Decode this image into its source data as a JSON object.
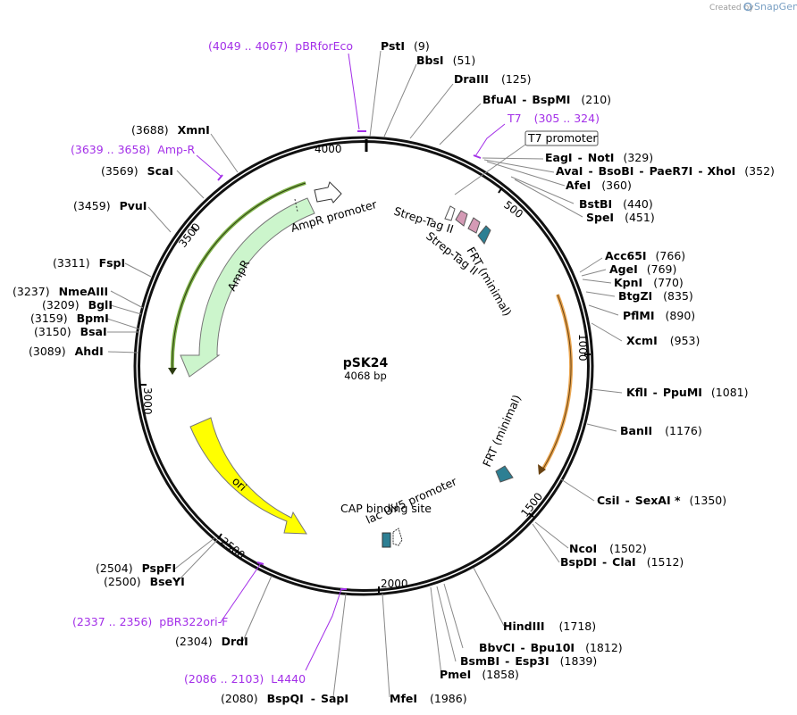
{
  "credit": {
    "prefix": "Created by",
    "brand": "SnapGene"
  },
  "plasmid": {
    "name": "pSK24",
    "length_label": "4068 bp"
  },
  "ticks": [
    "500",
    "1000",
    "1500",
    "2000",
    "2500",
    "3000",
    "3500",
    "4000"
  ],
  "sites": [
    {
      "id": "psti",
      "name": "PstI",
      "pos": "(9)"
    },
    {
      "id": "bbsi",
      "name": "BbsI",
      "pos": "(51)"
    },
    {
      "id": "draiii",
      "name": "DraIII",
      "pos": "(125)"
    },
    {
      "id": "bfuai",
      "name": "BfuAI",
      "sep": "-",
      "name2": "BspMI",
      "pos": "(210)"
    },
    {
      "id": "eagi",
      "name": "EagI",
      "sep": "-",
      "name2": "NotI",
      "pos": "(329)"
    },
    {
      "id": "avai",
      "name": "AvaI",
      "sep": "-",
      "name2": "BsoBI",
      "sep2": "-",
      "name3": "PaeR7I",
      "sep3": "-",
      "name4": "XhoI",
      "pos": "(352)"
    },
    {
      "id": "afei",
      "name": "AfeI",
      "pos": "(360)"
    },
    {
      "id": "bstbi",
      "name": "BstBI",
      "pos": "(440)"
    },
    {
      "id": "spei",
      "name": "SpeI",
      "pos": "(451)"
    },
    {
      "id": "acc65i",
      "name": "Acc65I",
      "pos": "(766)"
    },
    {
      "id": "agei",
      "name": "AgeI",
      "pos": "(769)"
    },
    {
      "id": "kpni",
      "name": "KpnI",
      "pos": "(770)"
    },
    {
      "id": "btgzi",
      "name": "BtgZI",
      "pos": "(835)"
    },
    {
      "id": "pflmi",
      "name": "PflMI",
      "pos": "(890)"
    },
    {
      "id": "xcmi",
      "name": "XcmI",
      "pos": "(953)"
    },
    {
      "id": "kfli",
      "name": "KflI",
      "sep": "-",
      "name2": "PpuMI",
      "pos": "(1081)"
    },
    {
      "id": "banii",
      "name": "BanII",
      "pos": "(1176)"
    },
    {
      "id": "csii",
      "name": "CsiI",
      "sep": "-",
      "name2": "SexAI *",
      "pos": "(1350)"
    },
    {
      "id": "ncoi",
      "name": "NcoI",
      "pos": "(1502)"
    },
    {
      "id": "bspdi",
      "name": "BspDI",
      "sep": "-",
      "name2": "ClaI",
      "pos": "(1512)"
    },
    {
      "id": "hindiii",
      "name": "HindIII",
      "pos": "(1718)"
    },
    {
      "id": "bbvci",
      "name": "BbvCI",
      "sep": "-",
      "name2": "Bpu10I",
      "pos": "(1812)"
    },
    {
      "id": "bsmbi",
      "name": "BsmBI",
      "sep": "-",
      "name2": "Esp3I",
      "pos": "(1839)"
    },
    {
      "id": "pmei",
      "name": "PmeI",
      "pos": "(1858)"
    },
    {
      "id": "mfei",
      "name": "MfeI",
      "pos": "(1986)"
    },
    {
      "id": "bspqi",
      "name": "BspQI",
      "sep": "-",
      "name2": "SapI",
      "pos": "(2080)"
    },
    {
      "id": "drdi",
      "name": "DrdI",
      "pos": "(2304)"
    },
    {
      "id": "bseyi",
      "name": "BseYI",
      "pos": "(2500)"
    },
    {
      "id": "pspfi",
      "name": "PspFI",
      "pos": "(2504)"
    },
    {
      "id": "ahdi",
      "name": "AhdI",
      "pos": "(3089)"
    },
    {
      "id": "bsai",
      "name": "BsaI",
      "pos": "(3150)"
    },
    {
      "id": "bpmi",
      "name": "BpmI",
      "pos": "(3159)"
    },
    {
      "id": "bgli",
      "name": "BglI",
      "pos": "(3209)"
    },
    {
      "id": "nmeaiii",
      "name": "NmeAIII",
      "pos": "(3237)"
    },
    {
      "id": "fspi",
      "name": "FspI",
      "pos": "(3311)"
    },
    {
      "id": "pvui",
      "name": "PvuI",
      "pos": "(3459)"
    },
    {
      "id": "scai",
      "name": "ScaI",
      "pos": "(3569)"
    },
    {
      "id": "xmni",
      "name": "XmnI",
      "pos": "(3688)"
    }
  ],
  "primers": [
    {
      "id": "pbrforeco",
      "range": "(4049 .. 4067)",
      "name": "pBRforEco"
    },
    {
      "id": "t7",
      "name": "T7",
      "range": "(305 .. 324)"
    },
    {
      "id": "ampr",
      "range": "(3639 .. 3658)",
      "name": "Amp-R"
    },
    {
      "id": "pbr322ori",
      "range": "(2337 .. 2356)",
      "name": "pBR322ori-F"
    },
    {
      "id": "l4440",
      "range": "(2086 .. 2103)",
      "name": "L4440"
    }
  ],
  "features": {
    "t7_promoter": "T7 promoter",
    "strep_tag_1": "Strep-Tag II",
    "strep_tag_2": "Strep-Tag II",
    "frt_1": "FRT (minimal)",
    "frt_2": "FRT (minimal)",
    "ampr": "AmpR",
    "ampr_promoter": "AmpR promoter",
    "ori": "ori",
    "cap_site": "CAP binding site",
    "lac_promoter": "lac UV5 promoter"
  },
  "colors": {
    "primer": "#a32fe8",
    "ampr_fill": "#ccf5cc",
    "ori_fill": "#ffff00",
    "strep_fill": "#d49ab5",
    "frt_fill": "#2d7f93",
    "orf_orange": "#e9a550",
    "orf_green": "#7fb34a"
  }
}
